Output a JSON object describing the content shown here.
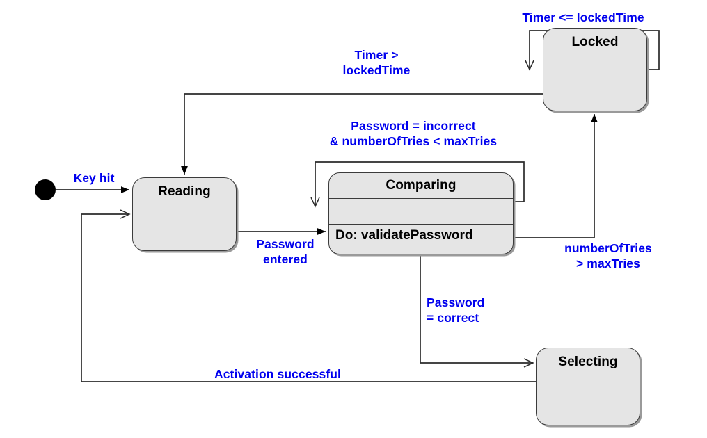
{
  "diagram": {
    "kind": "uml-state-machine-diagram",
    "subject": "Password entry state machine",
    "colors": {
      "state_fill": "#e5e5e5",
      "state_border": "#3b3b3b",
      "label_text": "#0000ee",
      "title_text": "#000000",
      "connector": "#3b3b3b",
      "background": "#ffffff"
    }
  },
  "initial_state": {
    "name": "initial-pseudostate",
    "shape": "filled-circle"
  },
  "states": [
    {
      "id": "reading",
      "title": "Reading",
      "compartments": []
    },
    {
      "id": "comparing",
      "title": "Comparing",
      "compartments": [
        "",
        "Do: validatePassword"
      ],
      "do_activity": "Do: validatePassword"
    },
    {
      "id": "locked",
      "title": "Locked",
      "compartments": []
    },
    {
      "id": "selecting",
      "title": "Selecting",
      "compartments": []
    }
  ],
  "transitions": [
    {
      "id": "t-key-hit",
      "from": "initial",
      "to": "reading",
      "label": "Key hit",
      "label_lines": [
        "Key hit"
      ]
    },
    {
      "id": "t-password-entered",
      "from": "reading",
      "to": "comparing",
      "label": "Password entered",
      "label_lines": [
        "Password",
        "entered"
      ]
    },
    {
      "id": "t-comparing-self",
      "from": "comparing",
      "to": "comparing",
      "label": "Password = incorrect & numberOfTries < maxTries",
      "label_lines": [
        "Password = incorrect",
        "& numberOfTries < maxTries"
      ]
    },
    {
      "id": "t-locked-self",
      "from": "locked",
      "to": "locked",
      "label": "Timer <= lockedTime",
      "label_lines": [
        "Timer <= lockedTime"
      ]
    },
    {
      "id": "t-timer-expired",
      "from": "locked",
      "to": "reading",
      "label": "Timer > lockedTime",
      "label_lines": [
        "Timer >",
        "lockedTime"
      ]
    },
    {
      "id": "t-max-tries",
      "from": "comparing",
      "to": "locked",
      "label": "numberOfTries > maxTries",
      "label_lines": [
        "numberOfTries",
        "> maxTries"
      ]
    },
    {
      "id": "t-password-correct",
      "from": "comparing",
      "to": "selecting",
      "label": "Password = correct",
      "label_lines": [
        "Password",
        "= correct"
      ]
    },
    {
      "id": "t-activation-successful",
      "from": "selecting",
      "to": "reading",
      "label": "Activation successful",
      "label_lines": [
        "Activation successful"
      ]
    }
  ]
}
